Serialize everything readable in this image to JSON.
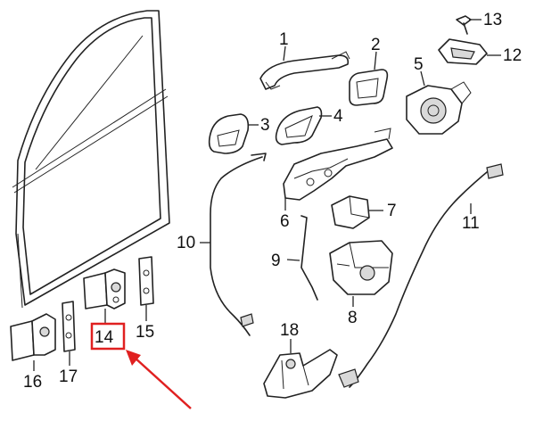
{
  "callouts": [
    {
      "id": "1",
      "label": "1"
    },
    {
      "id": "2",
      "label": "2"
    },
    {
      "id": "3",
      "label": "3"
    },
    {
      "id": "4",
      "label": "4"
    },
    {
      "id": "5",
      "label": "5"
    },
    {
      "id": "6",
      "label": "6"
    },
    {
      "id": "7",
      "label": "7"
    },
    {
      "id": "8",
      "label": "8"
    },
    {
      "id": "9",
      "label": "9"
    },
    {
      "id": "10",
      "label": "10"
    },
    {
      "id": "11",
      "label": "11"
    },
    {
      "id": "12",
      "label": "12"
    },
    {
      "id": "13",
      "label": "13"
    },
    {
      "id": "14",
      "label": "14"
    },
    {
      "id": "15",
      "label": "15"
    },
    {
      "id": "16",
      "label": "16"
    },
    {
      "id": "17",
      "label": "17"
    },
    {
      "id": "18",
      "label": "18"
    }
  ],
  "highlight": {
    "part": "14",
    "color": "#e02020"
  },
  "colors": {
    "line": "#222222",
    "background": "#ffffff",
    "accent": "#e02020"
  }
}
